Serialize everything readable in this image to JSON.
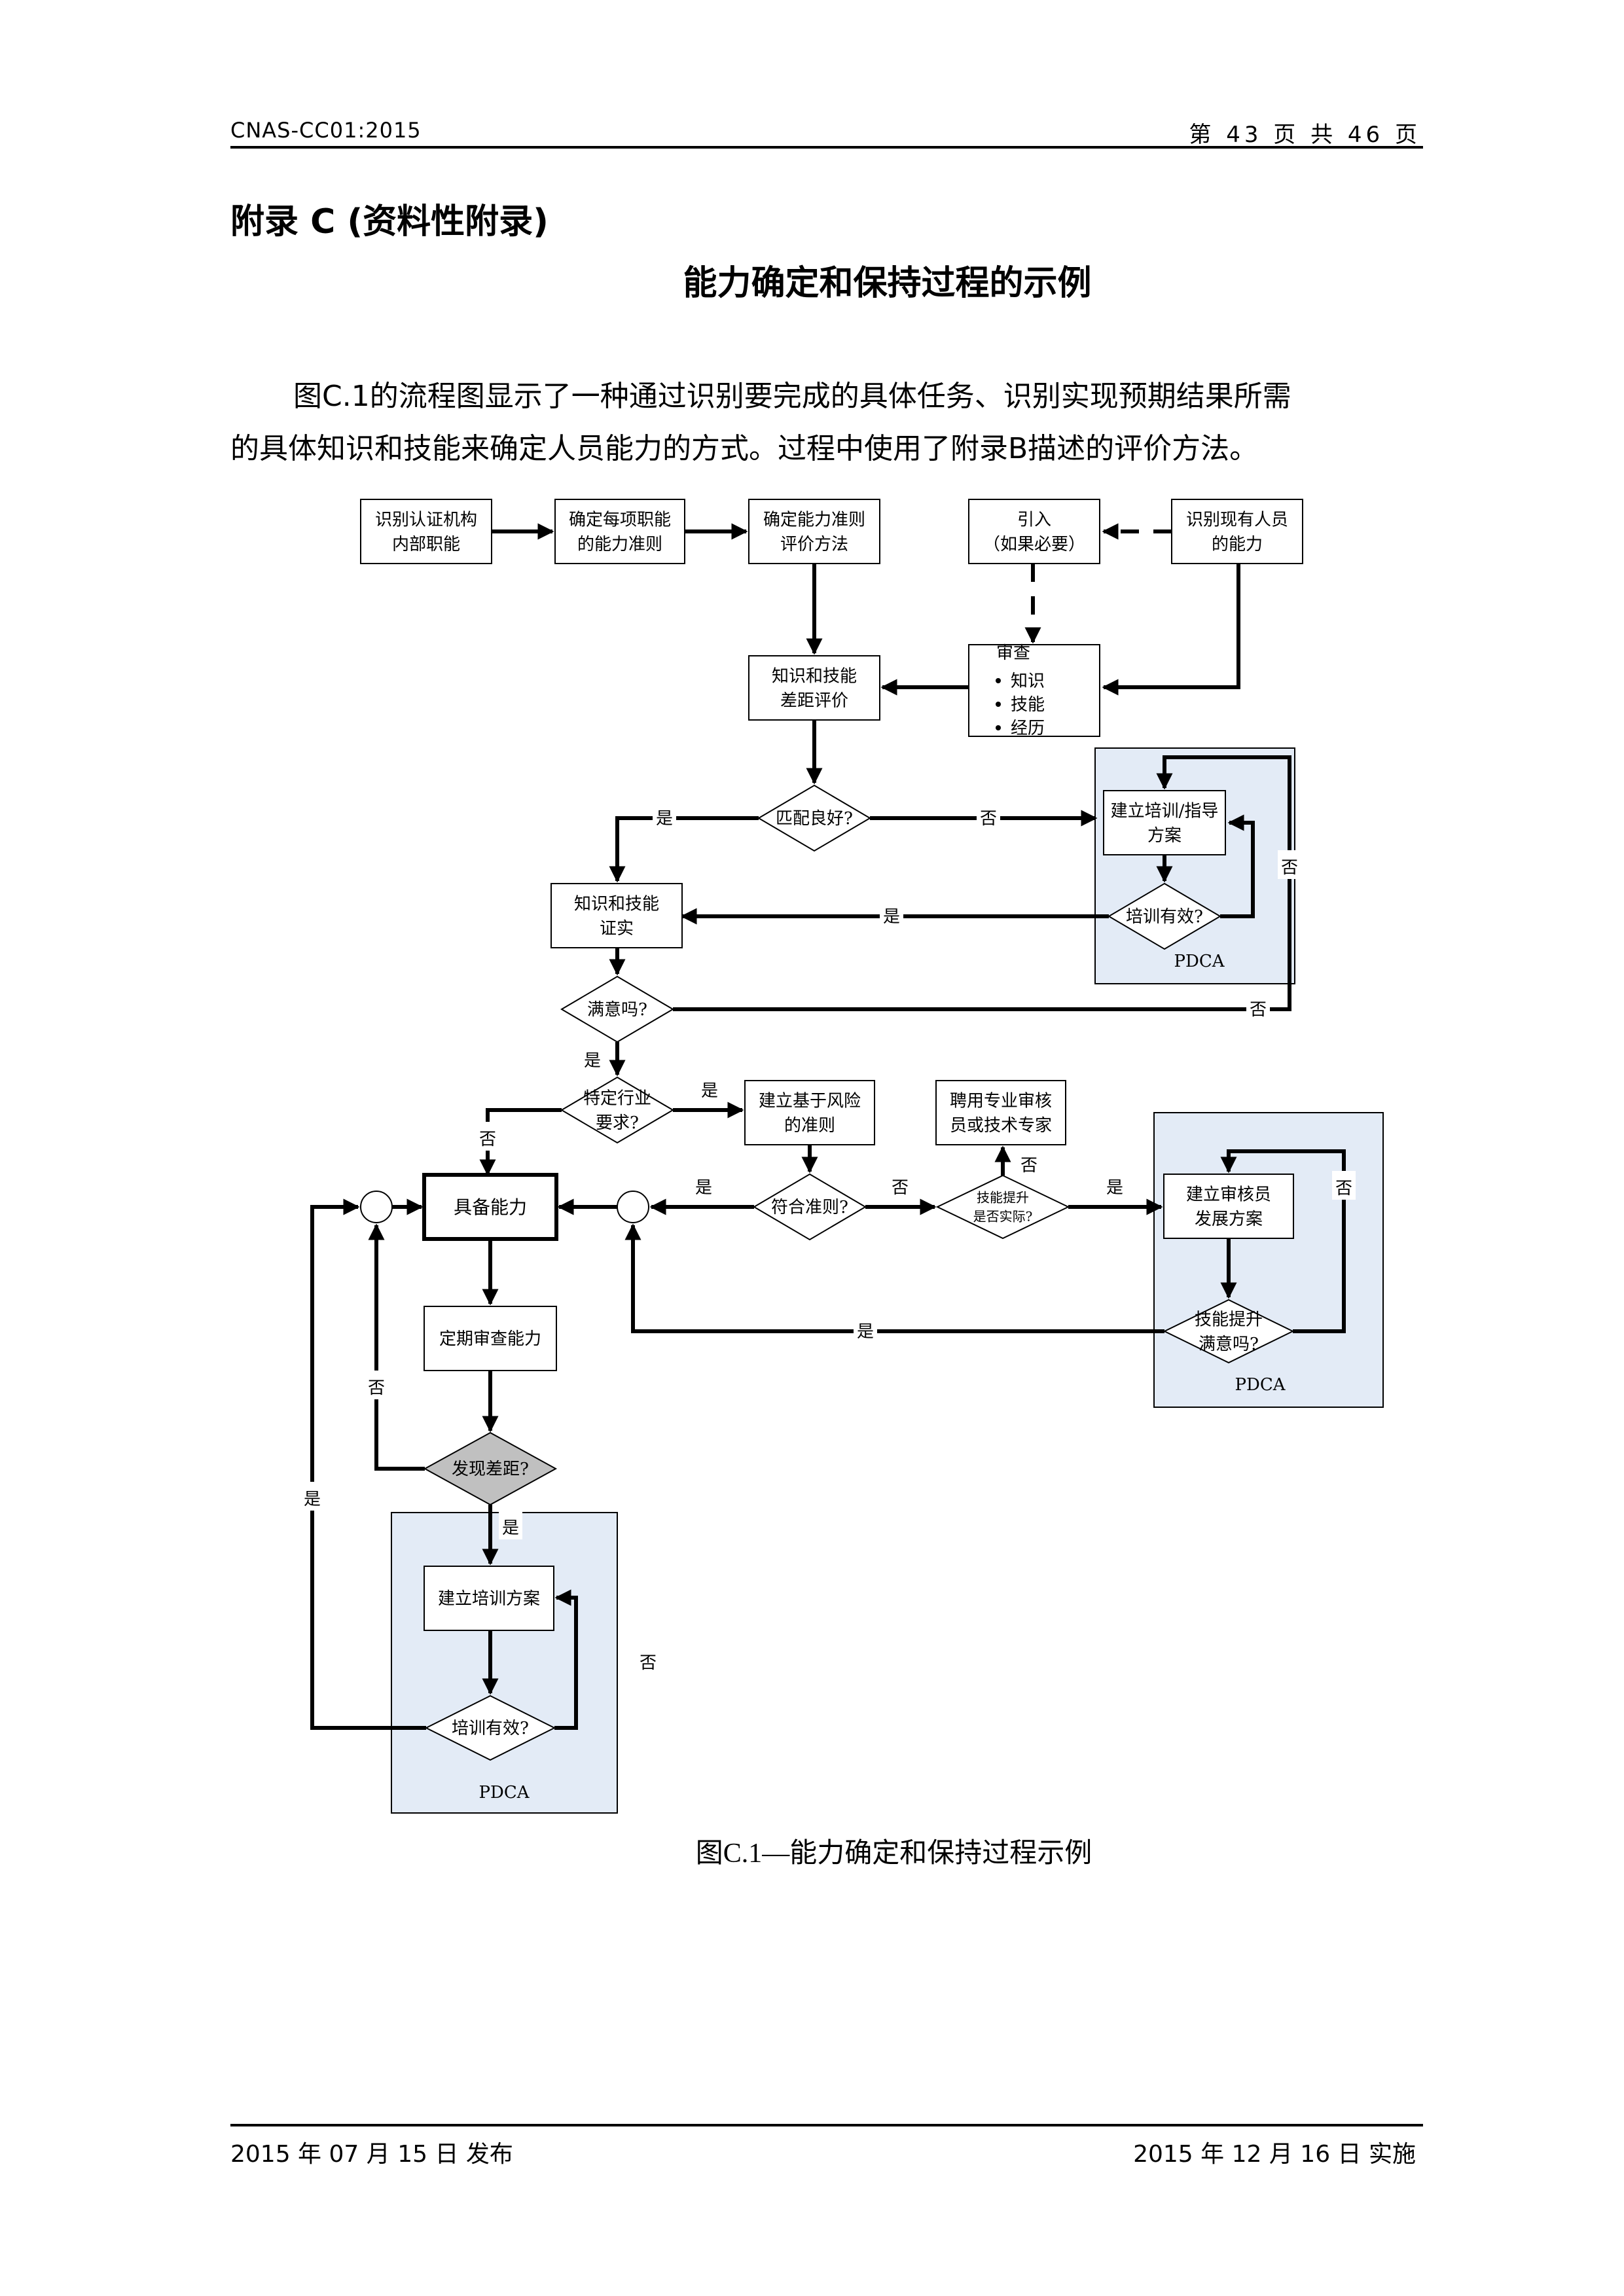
{
  "header": {
    "doc_id": "CNAS-CC01:2015",
    "page_info": "第 43 页 共 46 页"
  },
  "appendix_heading": "附录 C (资料性附录)",
  "title": "能力确定和保持过程的示例",
  "paragraph": {
    "line1": "图C.1的流程图显示了一种通过识别要完成的具体任务、识别实现预期结果所需",
    "line2": "的具体知识和技能来确定人员能力的方式。过程中使用了附录B描述的评价方法。"
  },
  "diagram": {
    "colors": {
      "pdca_fill": "#e3ebf6",
      "gap_decision_fill": "#c0c0c0",
      "line": "#000000"
    },
    "nodes": {
      "identify_functions": [
        "识别认证机构",
        "内部职能"
      ],
      "define_criteria": [
        "确定每项职能",
        "的能力准则"
      ],
      "eval_methods": [
        "确定能力准则",
        "评价方法"
      ],
      "recruit": [
        "引入",
        "（如果必要）"
      ],
      "identify_existing": [
        "识别现有人员",
        "的能力"
      ],
      "gap_eval": [
        "知识和技能",
        "差距评价"
      ],
      "review_title": "审查",
      "review_items": [
        "知识",
        "技能",
        "经历"
      ],
      "match_q": "匹配良好?",
      "training_plan": [
        "建立培训/指导",
        "方案"
      ],
      "training_eff_q1": "培训有效?",
      "confirm": [
        "知识和技能",
        "证实"
      ],
      "satisfied_q": "满意吗?",
      "industry_q": [
        "特定行业",
        "要求?"
      ],
      "risk_criteria": [
        "建立基于风险",
        "的准则"
      ],
      "hire_expert": [
        "聘用专业审核",
        "员或技术专家"
      ],
      "meets_q": "符合准则?",
      "skill_practical_q": [
        "技能提升",
        "是否实际?"
      ],
      "competent": "具备能力",
      "auditor_dev": [
        "建立审核员",
        "发展方案"
      ],
      "skill_sat_q": [
        "技能提升",
        "满意吗?"
      ],
      "periodic_review": "定期审查能力",
      "gap_found_q": "发现差距?",
      "training_plan2": "建立培训方案",
      "training_eff_q2": "培训有效?",
      "pdca": "PDCA"
    },
    "labels": {
      "yes": "是",
      "no": "否"
    }
  },
  "caption": "图C.1—能力确定和保持过程示例",
  "footer": {
    "published": "2015 年 07 月 15 日  发布",
    "effective": "2015 年 12 月 16 日  实施"
  }
}
